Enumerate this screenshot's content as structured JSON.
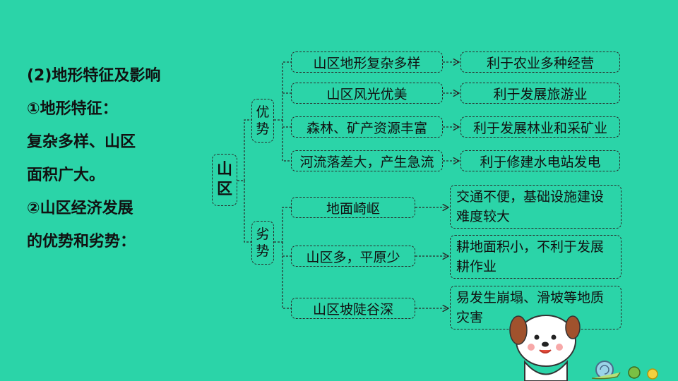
{
  "left": {
    "lines": [
      "(2)地形特征及影响",
      "①地形特征：",
      "复杂多样、山区",
      "面积广大。",
      "②山区经济发展",
      "的优势和劣势："
    ]
  },
  "root": [
    "山",
    "区"
  ],
  "advantage": {
    "label": [
      "优",
      "势"
    ],
    "items": [
      {
        "cause": "山区地形复杂多样",
        "effect": "利于农业多种经营"
      },
      {
        "cause": "山区风光优美",
        "effect": "利于发展旅游业"
      },
      {
        "cause": "森林、矿产资源丰富",
        "effect": "利于发展林业和采矿业"
      },
      {
        "cause": "河流落差大，产生急流",
        "effect": "利于修建水电站发电"
      }
    ]
  },
  "disadvantage": {
    "label": [
      "劣",
      "势"
    ],
    "items": [
      {
        "cause": "地面崎岖",
        "effect": "交通不便，基础设施建设难度较大"
      },
      {
        "cause": "山区多，平原少",
        "effect": "耕地面积小，不利于发展耕作业"
      },
      {
        "cause": "山区坡陡谷深",
        "effect": "易发生崩塌、滑坡等地质灾害"
      }
    ]
  },
  "colors": {
    "background": "#2bd4a8",
    "line": "#2a2a2a"
  }
}
